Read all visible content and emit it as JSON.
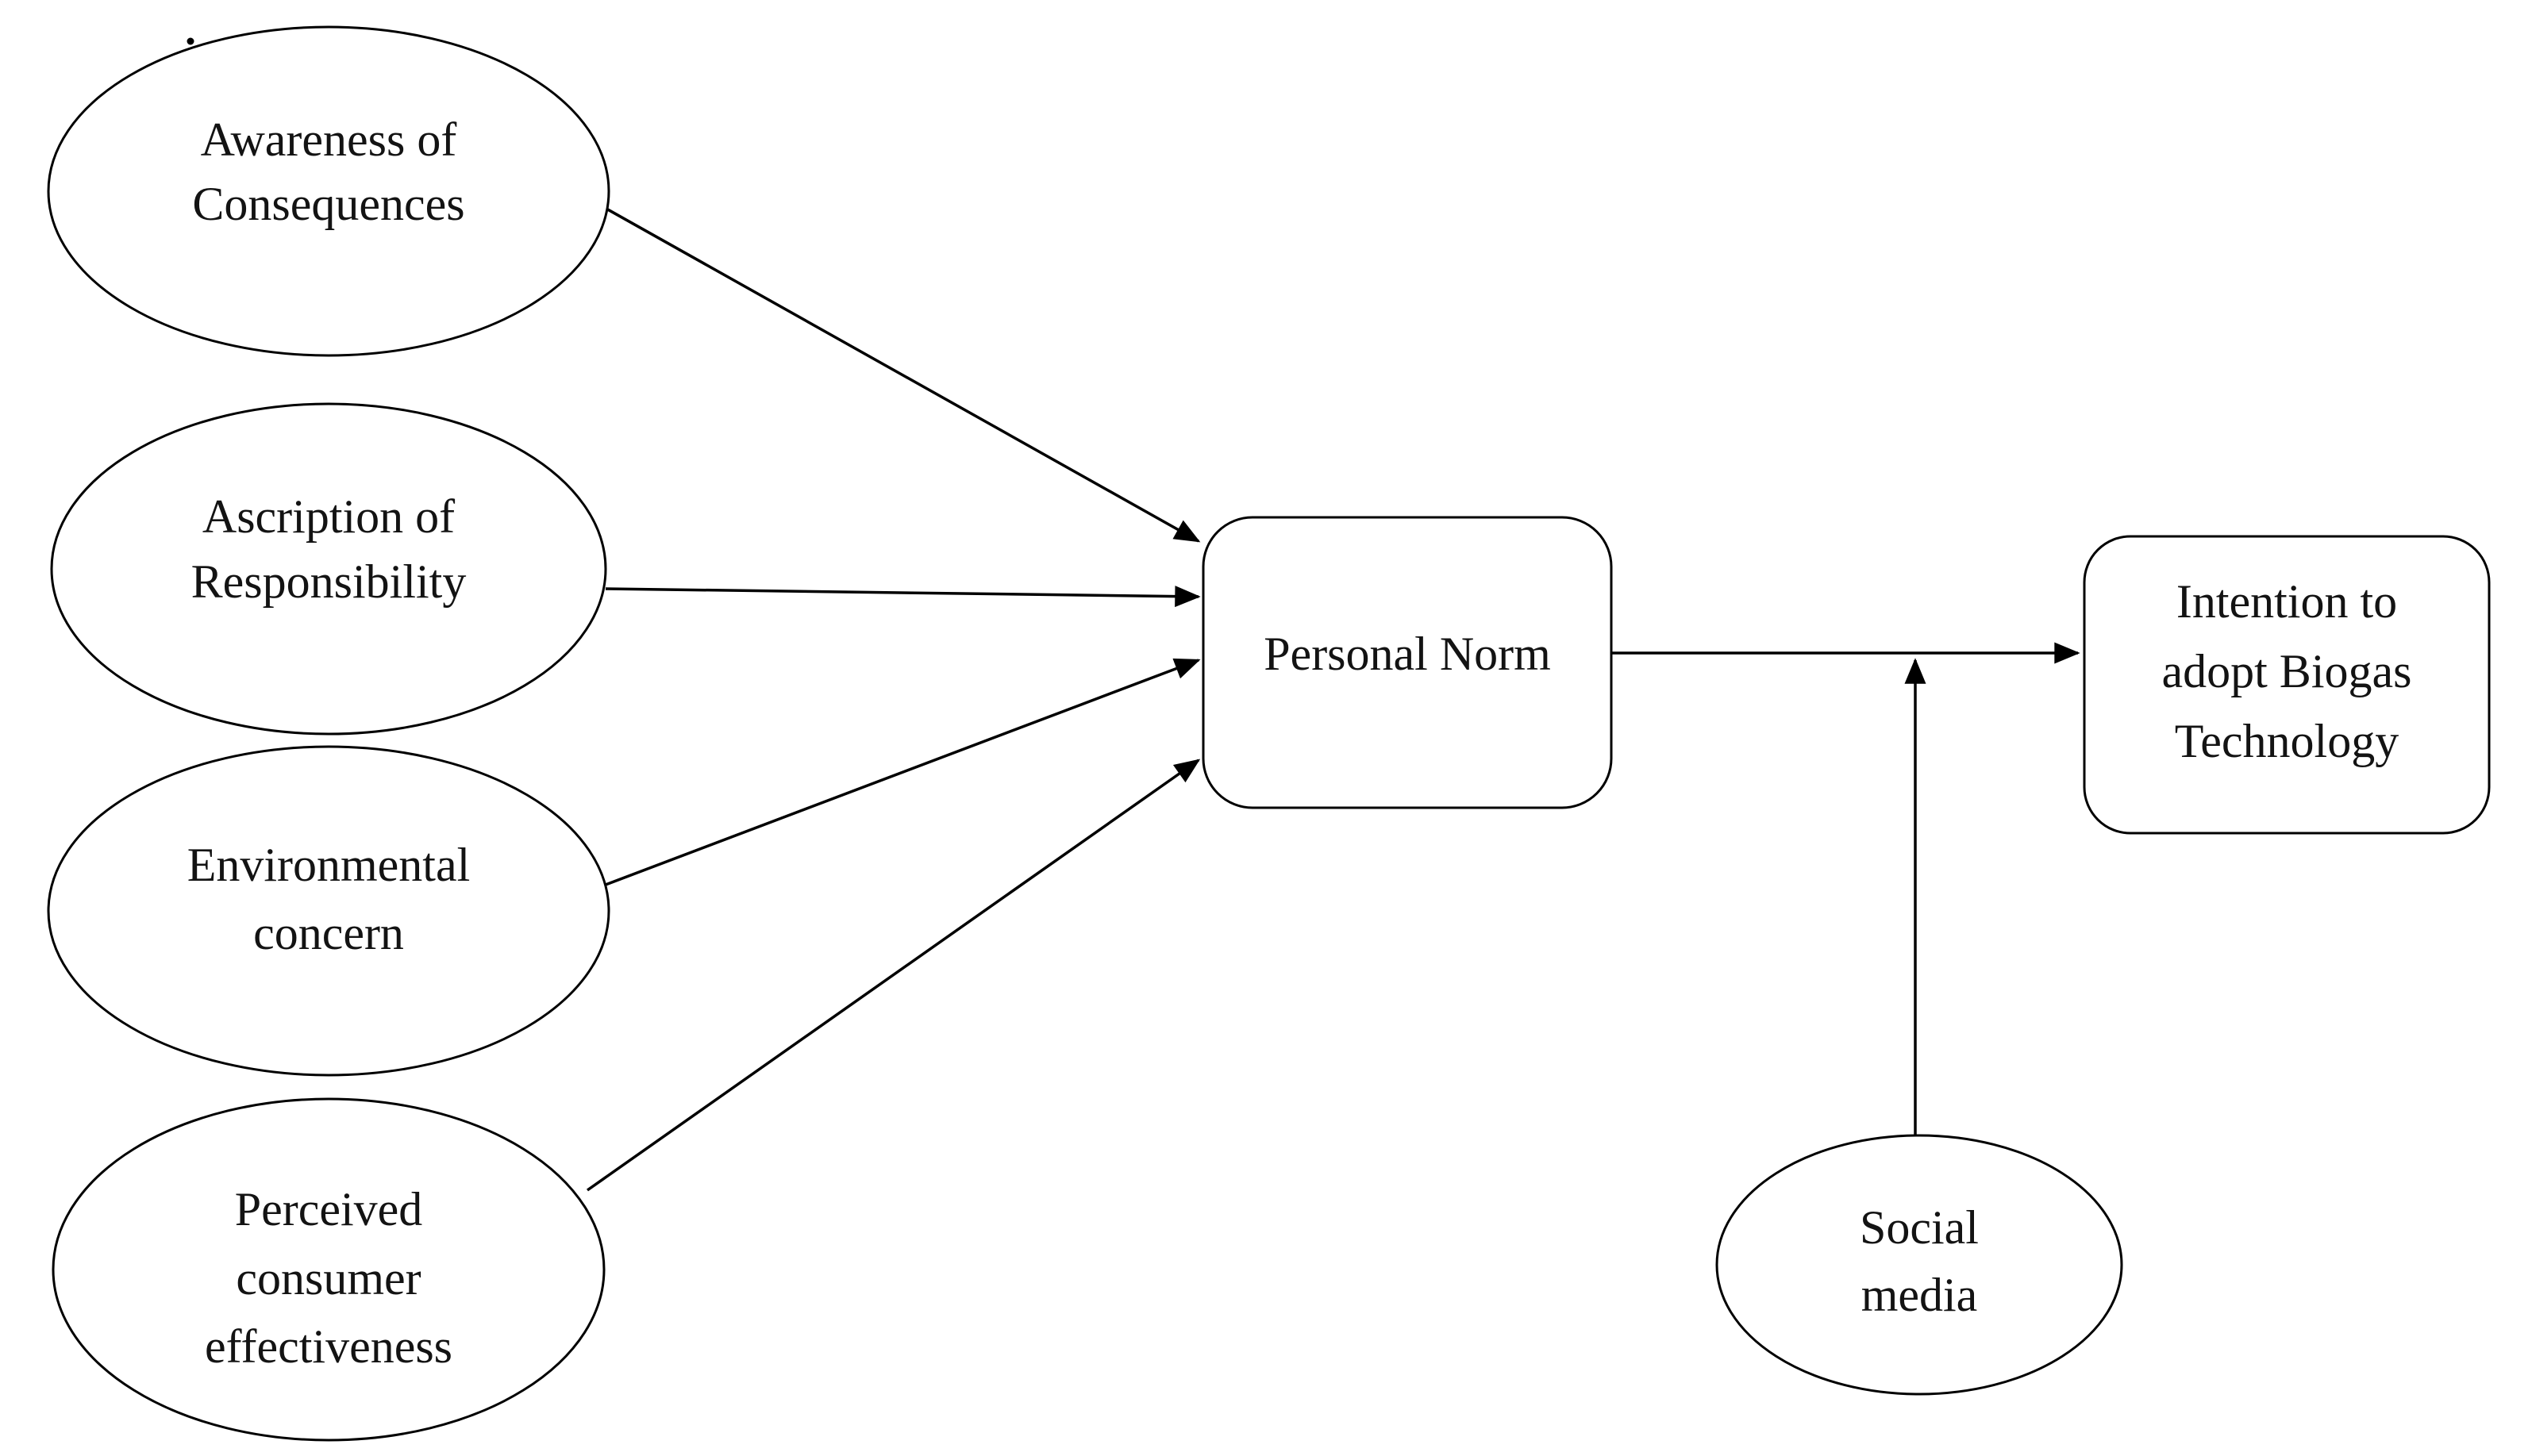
{
  "diagram": {
    "background": "#ffffff",
    "stroke_color": "#000000",
    "text_color": "#131313",
    "nodes": {
      "awareness": {
        "shape": "ellipse",
        "lines": [
          "Awareness of",
          "Consequences"
        ]
      },
      "ascription": {
        "shape": "ellipse",
        "lines": [
          "Ascription of",
          "Responsibility"
        ]
      },
      "environmental": {
        "shape": "ellipse",
        "lines": [
          "Environmental",
          "concern"
        ]
      },
      "perceived": {
        "shape": "ellipse",
        "lines": [
          "Perceived",
          "consumer",
          "effectiveness"
        ]
      },
      "personal_norm": {
        "shape": "rounded-rectangle",
        "lines": [
          "Personal Norm"
        ]
      },
      "intention": {
        "shape": "rounded-rectangle",
        "lines": [
          "Intention to",
          "adopt Biogas",
          "Technology"
        ]
      },
      "social_media": {
        "shape": "ellipse",
        "lines": [
          "Social",
          "media"
        ]
      }
    },
    "edges": [
      {
        "from": "awareness",
        "to": "personal_norm",
        "style": "arrow"
      },
      {
        "from": "ascription",
        "to": "personal_norm",
        "style": "arrow"
      },
      {
        "from": "environmental",
        "to": "personal_norm",
        "style": "arrow"
      },
      {
        "from": "perceived",
        "to": "personal_norm",
        "style": "arrow"
      },
      {
        "from": "personal_norm",
        "to": "intention",
        "style": "arrow"
      },
      {
        "from": "social_media",
        "to": "personal_norm-intention-path",
        "style": "moderation-arrow"
      }
    ]
  }
}
